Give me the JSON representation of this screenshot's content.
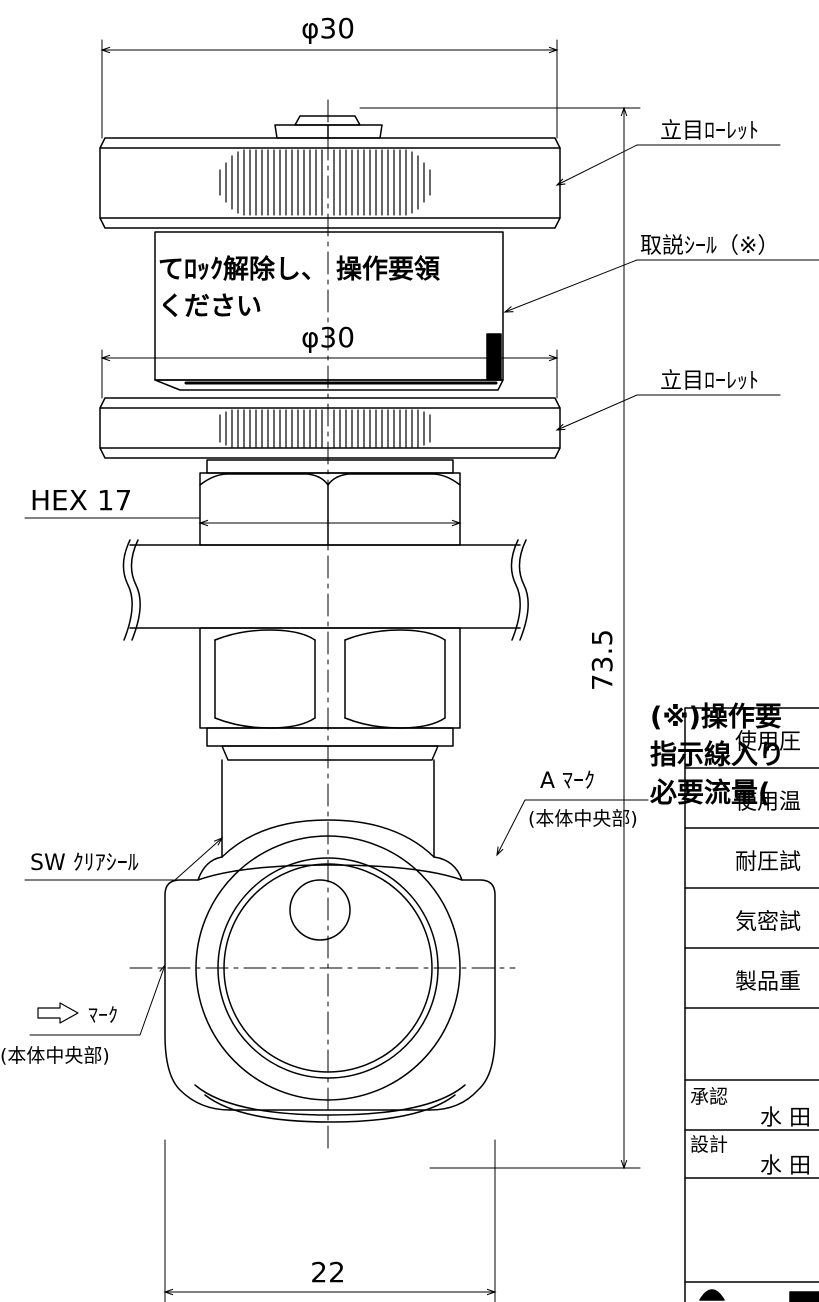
{
  "dimensions": {
    "top_diameter": "φ30",
    "mid_diameter": "φ30",
    "hex": "HEX 17",
    "height": "73.5",
    "bottom_width": "22"
  },
  "callouts": {
    "knurl_top": "立目ﾛｰﾚｯﾄ",
    "seal": "取説ｼｰﾙ（※）",
    "knurl_mid": "立目ﾛｰﾚｯﾄ",
    "sw_clear_seal": "SW ｸﾘｱｼｰﾙ",
    "a_mark": "A ﾏｰｸ",
    "a_mark_location": "(本体中央部)",
    "arrow_mark": "ﾏｰｸ",
    "arrow_mark_location": "(本体中央部)"
  },
  "seal_label": {
    "line1": "てﾛｯｸ解除し、 操作要領",
    "line2": "ください"
  },
  "notes": {
    "line1": "(※)操作要",
    "line2": "指示線入り",
    "line3": "必要流量("
  },
  "spec_table": {
    "rows": [
      "使用圧",
      "使用温",
      "耐圧試",
      "気密試",
      "製品重"
    ]
  },
  "title_block": {
    "approve_label": "承認",
    "approve_name": "水 田",
    "design_label": "設計",
    "design_name": "水 田"
  }
}
